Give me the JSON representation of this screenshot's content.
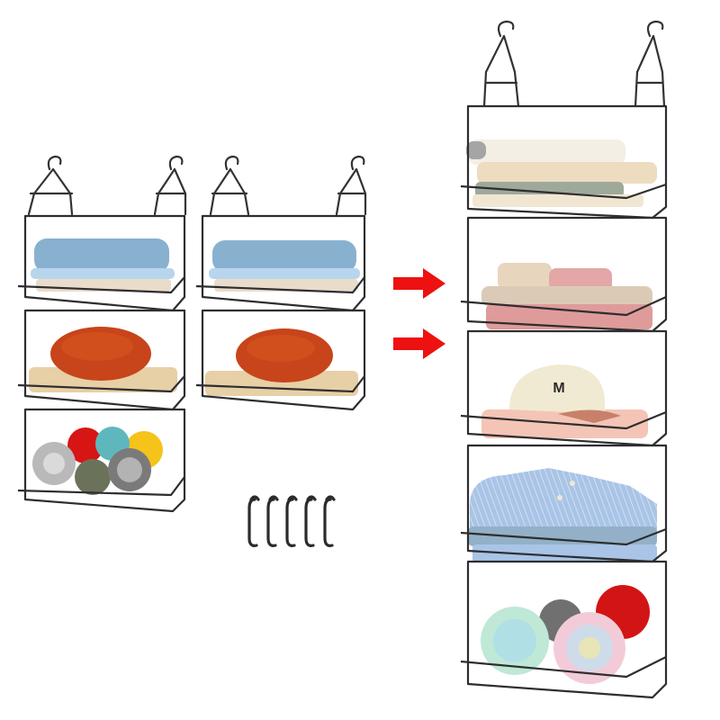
{
  "scene": {
    "description": "Product photo of stackable hanging wire storage baskets in dark grey metal",
    "background": "#ffffff",
    "wire_color": "#333335",
    "arrow_color": "#ee1111"
  },
  "units": [
    {
      "id": "unit-3-tier",
      "tiers": 3,
      "contents": [
        "folded light-blue towels",
        "orange beret on beige cloth",
        "yarn balls: red, teal, yellow, grey-white, olive, grey-black"
      ]
    },
    {
      "id": "unit-2-tier",
      "tiers": 2,
      "contents": [
        "folded light-blue towels",
        "orange beret on beige cloth"
      ]
    },
    {
      "id": "unit-5-tier",
      "tiers": 5,
      "contents": [
        "folded cream and beige sweaters",
        "pink and beige folded towels",
        "cream baseball cap with M logo on pink cloth",
        "light-blue striped shirts",
        "yarn balls: mint, grey, pastel multicolor, red"
      ]
    }
  ],
  "accessories": {
    "s_hooks": {
      "count": 5,
      "color": "#2b2b2d"
    }
  },
  "arrows": [
    {
      "direction": "right",
      "color": "#ee1111"
    },
    {
      "direction": "right",
      "color": "#ee1111"
    }
  ],
  "hat_logo": "M"
}
